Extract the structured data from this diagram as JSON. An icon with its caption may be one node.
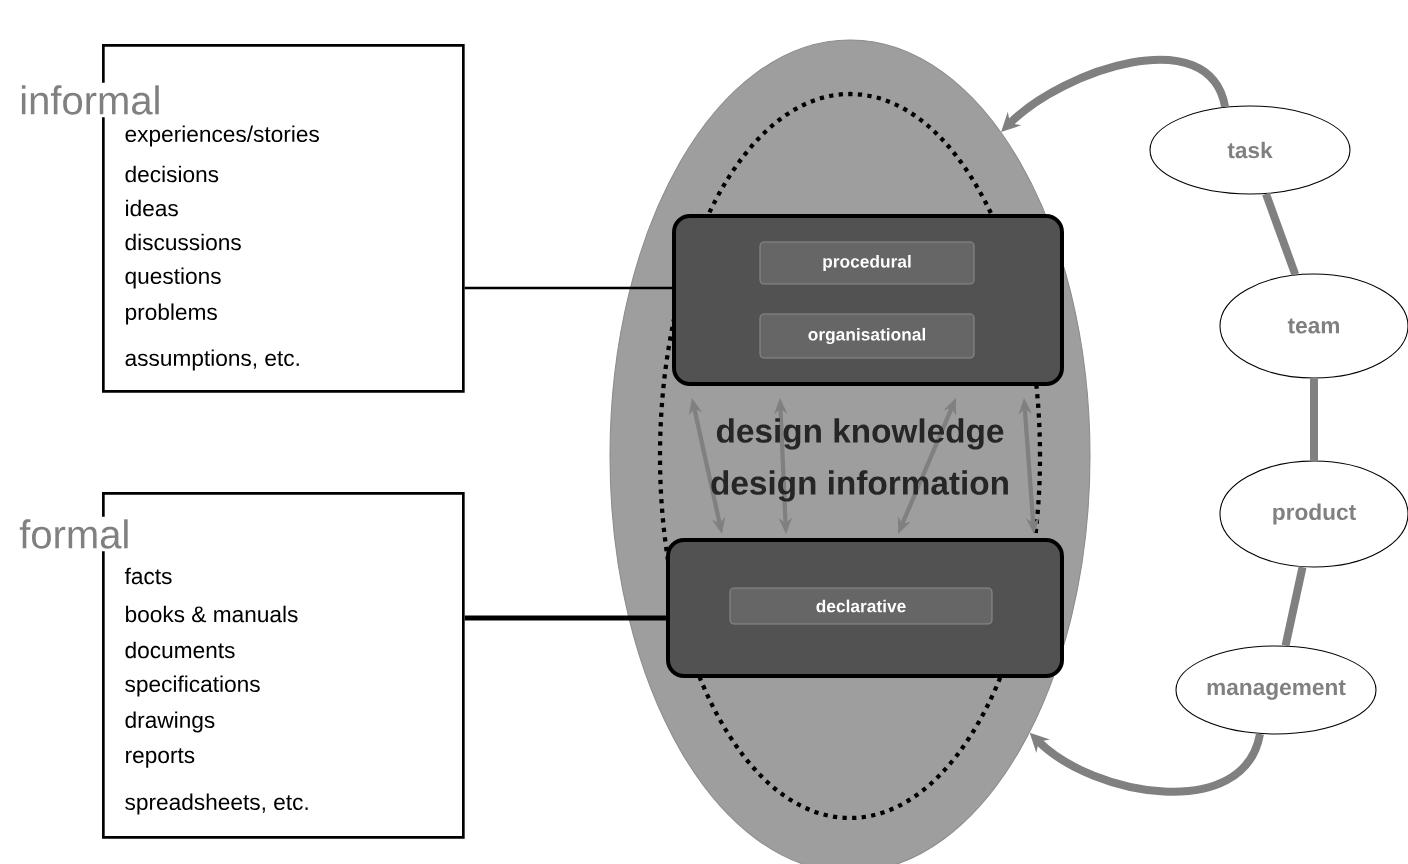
{
  "diagram": {
    "nodes": [
      {
        "text": [],
        "shape": "ellipse"
      },
      {
        "text": [
          "informal",
          "experiences/stories",
          "decisions",
          "ideas",
          "discussions",
          "questions",
          "problems",
          "assumptions, etc."
        ]
      },
      {
        "text": [
          "formal",
          "facts",
          "books & manuals",
          "documents",
          "specifications",
          "drawings",
          "reports",
          "spreadsheets, etc."
        ]
      },
      {
        "text": [],
        "shape": "box",
        "in": 0
      },
      {
        "text": [
          "procedural"
        ],
        "in": 3
      },
      {
        "text": [
          "organisational"
        ],
        "in": 3
      },
      {
        "text": [],
        "shape": "box",
        "in": 0
      },
      {
        "text": [
          "declarative"
        ],
        "in": 6
      },
      {
        "text": [
          "task"
        ]
      },
      {
        "text": [
          "team"
        ]
      },
      {
        "text": [
          "product"
        ]
      },
      {
        "text": [
          "management"
        ]
      }
    ],
    "edges": [
      {
        "from": 1,
        "to": 3,
        "arrow": "none",
        "color": "#000000"
      },
      {
        "from": 2,
        "to": 6,
        "arrow": "none",
        "color": "#000000"
      },
      {
        "from": 3,
        "to": 6,
        "arrow": "both"
      },
      {
        "from": 3,
        "to": 6,
        "arrow": "both"
      },
      {
        "from": 3,
        "to": 6,
        "arrow": "both"
      },
      {
        "from": 3,
        "to": 6,
        "arrow": "both"
      },
      {
        "from": 8,
        "to": 0,
        "arrow": "to"
      },
      {
        "from": 8,
        "to": 9,
        "arrow": "none"
      },
      {
        "from": 9,
        "to": 10,
        "arrow": "none"
      },
      {
        "from": 10,
        "to": 11,
        "arrow": "none"
      },
      {
        "from": 11,
        "to": 0,
        "arrow": "to"
      }
    ],
    "labels": [
      "design knowledge",
      "design information"
    ]
  }
}
